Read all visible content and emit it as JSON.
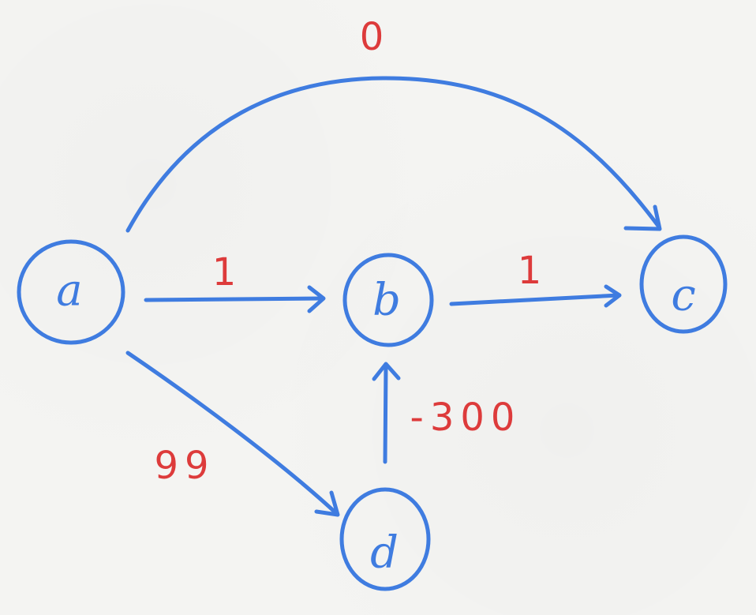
{
  "nodes": {
    "a": {
      "label": "a"
    },
    "b": {
      "label": "b"
    },
    "c": {
      "label": "c"
    },
    "d": {
      "label": "d"
    }
  },
  "edges": {
    "a_c": {
      "from": "a",
      "to": "c",
      "weight": "0"
    },
    "a_b": {
      "from": "a",
      "to": "b",
      "weight": "1"
    },
    "b_c": {
      "from": "b",
      "to": "c",
      "weight": "1"
    },
    "a_d": {
      "from": "a",
      "to": "d",
      "weight": "99"
    },
    "d_b": {
      "from": "d",
      "to": "b",
      "weight": "-300"
    }
  },
  "colors": {
    "stroke": "#3f7ce0",
    "weight": "#dd3b3b",
    "background": "#f4f4f2"
  }
}
